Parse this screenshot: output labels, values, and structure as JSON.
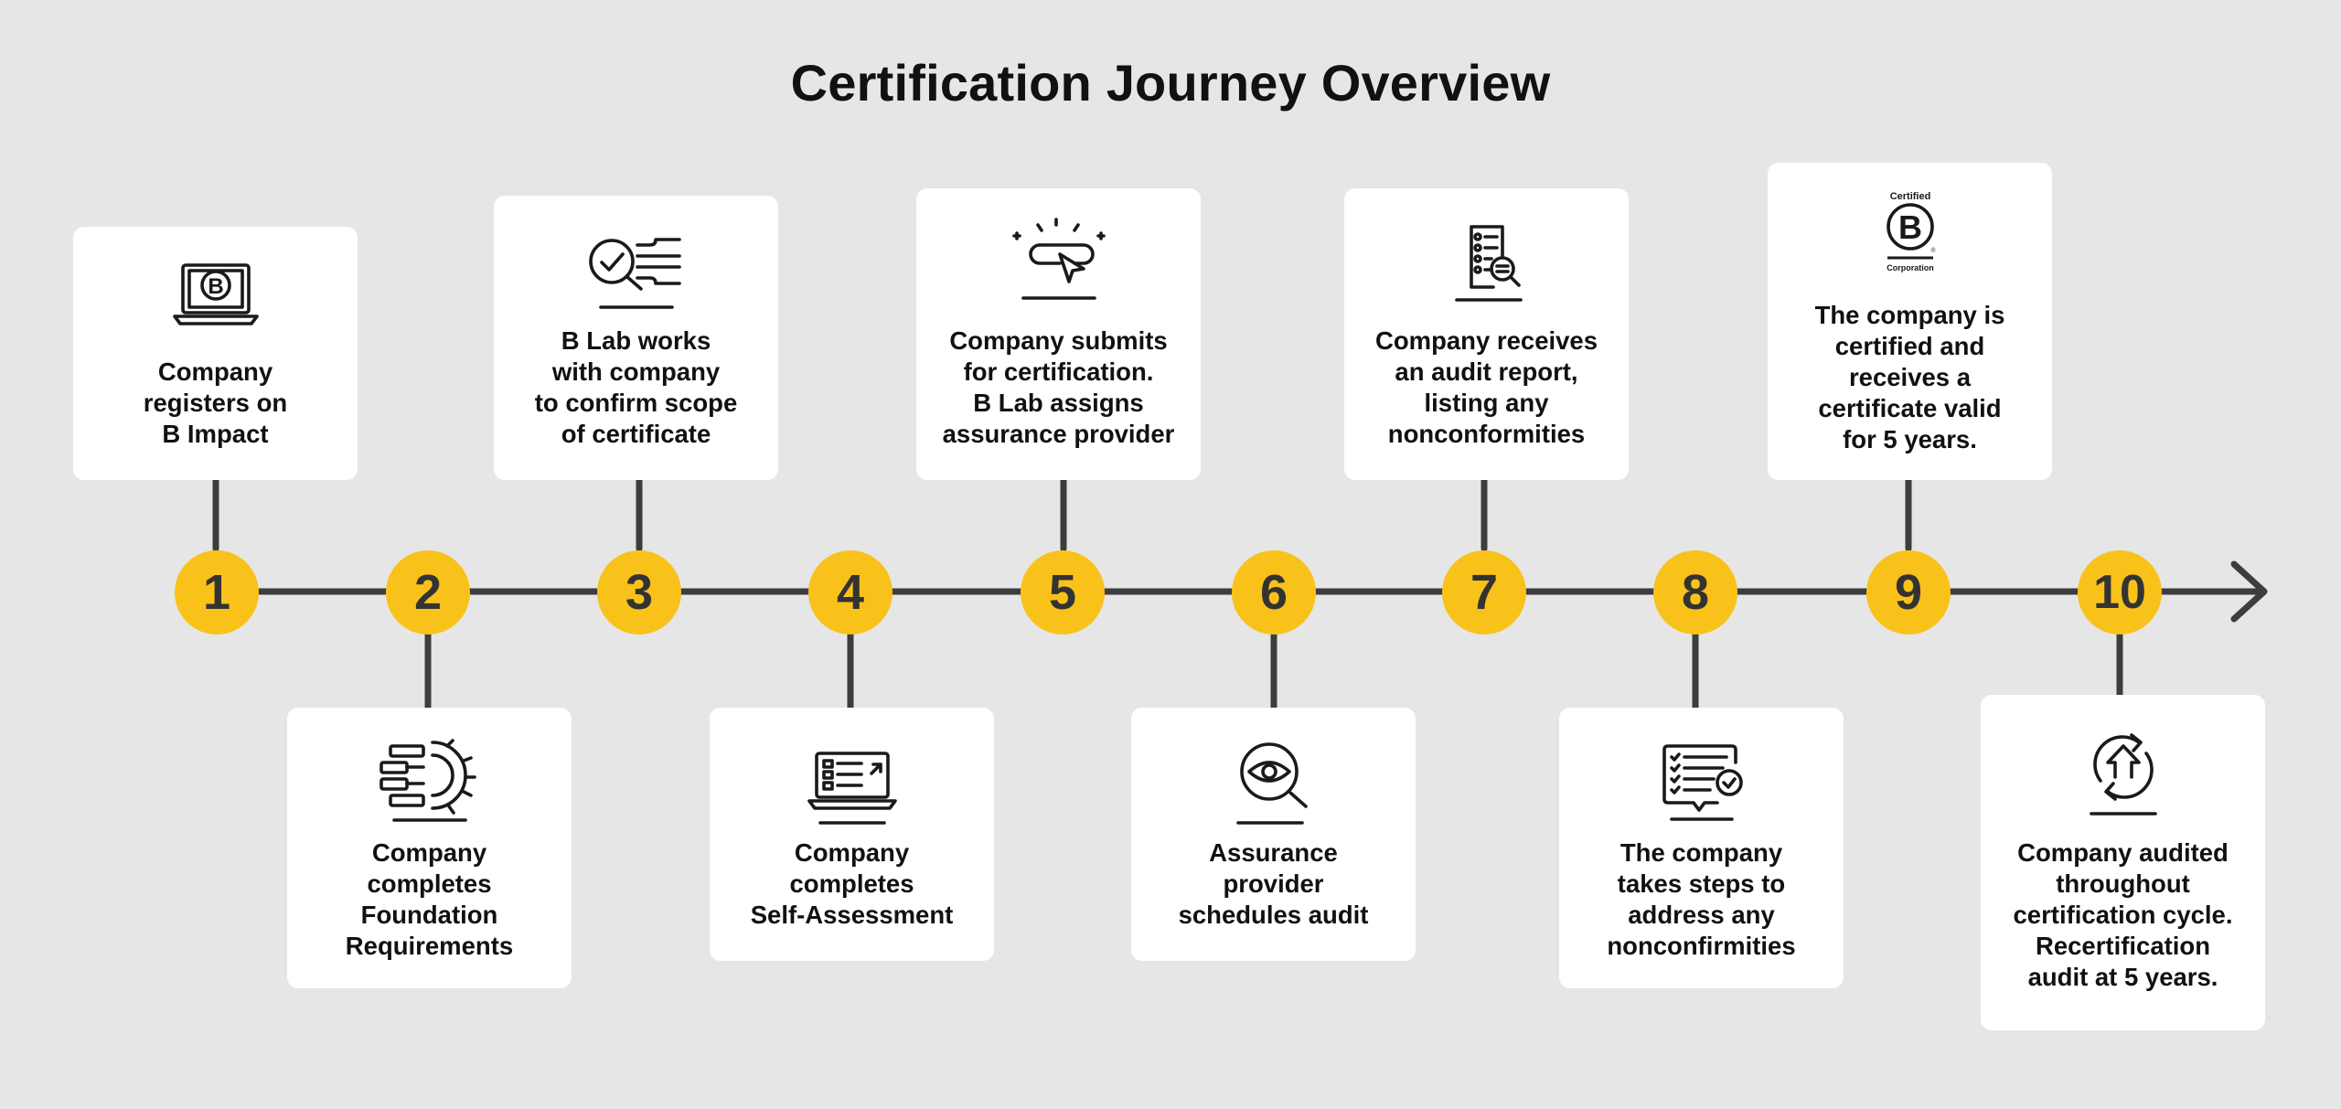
{
  "title": "Certification Journey Overview",
  "accent_color": "#f9c21a",
  "line_color": "#3d3d3d",
  "steps": [
    {
      "number": "1",
      "icon": "laptop-b-logo-icon",
      "text": "Company\nregisters on\nB Impact"
    },
    {
      "number": "2",
      "icon": "gear-modules-icon",
      "text": "Company\ncompletes\nFoundation\nRequirements"
    },
    {
      "number": "3",
      "icon": "magnify-check-icon",
      "text": "B Lab works\nwith company\nto confirm scope\nof certificate"
    },
    {
      "number": "4",
      "icon": "laptop-form-icon",
      "text": "Company\ncompletes\nSelf-Assessment"
    },
    {
      "number": "5",
      "icon": "submit-button-cursor-icon",
      "text": "Company submits\nfor certification.\nB Lab assigns\nassurance provider"
    },
    {
      "number": "6",
      "icon": "eye-magnifier-icon",
      "text": "Assurance\nprovider\nschedules audit"
    },
    {
      "number": "7",
      "icon": "report-magnifier-icon",
      "text": "Company receives\nan audit report,\nlisting any\nnonconformities"
    },
    {
      "number": "8",
      "icon": "checklist-speech-icon",
      "text": "The company\ntakes steps to\naddress any\nnonconfirmities"
    },
    {
      "number": "9",
      "icon": "certified-b-corporation-logo",
      "text": "The company is\ncertified and\nreceives a\ncertificate valid\nfor 5 years."
    },
    {
      "number": "10",
      "icon": "cycle-upload-icon",
      "text": "Company audited\nthroughout\ncertification cycle.\nRecertification\naudit at 5 years."
    }
  ],
  "logo": {
    "top_text": "Certified",
    "letter": "B",
    "bottom_text": "Corporation"
  }
}
